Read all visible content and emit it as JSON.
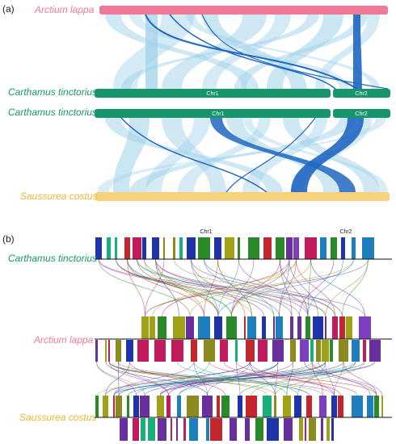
{
  "colors": {
    "arctium": "#ef7a98",
    "carthamus": "#17966e",
    "saussurea": "#efb531",
    "saussurea_bar": "#f8d27a",
    "ribbon_light": "#9fd2ea",
    "ribbon_dark": "#1f67c2",
    "gene_palette": [
      "#6a2f9e",
      "#1f34a8",
      "#2a8a2a",
      "#a0a019",
      "#c21b5d",
      "#17b07a",
      "#7b3fbf",
      "#c2262e",
      "#1e7fbf",
      "#8a8a1f"
    ]
  },
  "panel_a": {
    "label": "(a)",
    "species": {
      "arctium": "Arctium lappa",
      "carthamus_top": "Carthamus tinctorius",
      "carthamus_bottom": "Carthamus tinctorius",
      "saussurea": "Saussurea costus"
    },
    "chromosomes": {
      "carthamus_top": [
        "Chr1",
        "Chr2"
      ],
      "carthamus_bottom": [
        "Chr1",
        "Chr2"
      ]
    }
  },
  "panel_b": {
    "label": "(b)",
    "species": {
      "carthamus": "Carthamus tinctorius",
      "arctium": "Arctium lappa",
      "saussurea": "Saussurea costus"
    },
    "chromosomes": [
      "Chr1",
      "Chr2"
    ]
  }
}
